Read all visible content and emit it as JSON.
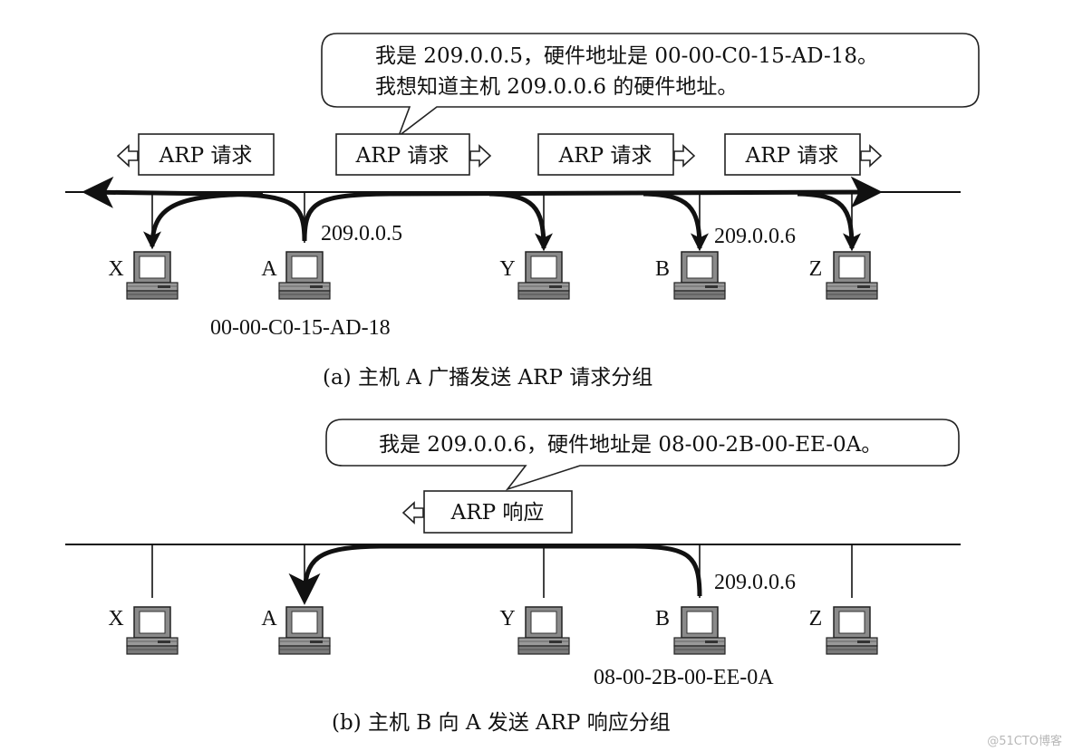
{
  "panel_a": {
    "bubble_lines": [
      "我是 209.0.0.5，硬件地址是 00-00-C0-15-AD-18。",
      "我想知道主机 209.0.0.6 的硬件地址。"
    ],
    "packet_label": "ARP 请求",
    "host_labels": [
      "X",
      "A",
      "Y",
      "B",
      "Z"
    ],
    "ip_a": "209.0.0.5",
    "ip_b": "209.0.0.6",
    "mac_a": "00-00-C0-15-AD-18",
    "caption": "(a) 主机 A 广播发送 ARP 请求分组"
  },
  "panel_b": {
    "bubble_line": "我是 209.0.0.6，硬件地址是 08-00-2B-00-EE-0A。",
    "packet_label": "ARP 响应",
    "host_labels": [
      "X",
      "A",
      "Y",
      "B",
      "Z"
    ],
    "ip_b": "209.0.0.6",
    "mac_b": "08-00-2B-00-EE-0A",
    "caption": "(b) 主机 B 向 A 发送 ARP 响应分组"
  },
  "watermark": "@51CTO博客"
}
